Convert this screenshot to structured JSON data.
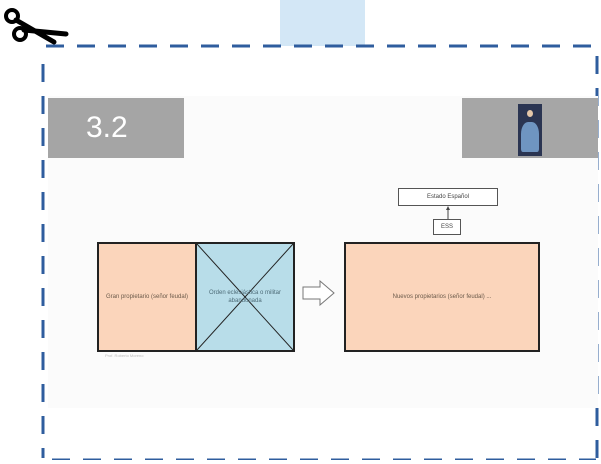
{
  "slide": {
    "number": "3.2",
    "photo_label": "portrait-painting",
    "footer": "Prof. Roberto Moreno"
  },
  "diagram": {
    "left_box": "Gran propietario (señor feudal)",
    "middle_box": "Orden eclesiástica o militar abandonada",
    "right_box": "Nuevos propietarios (señor feudal) ...",
    "top_box": "Estado Español",
    "small_box": "ESS"
  },
  "colors": {
    "peach": "#fbd5bb",
    "light_blue": "#b8dde9",
    "cut_line": "#2f5d9e",
    "header_gray": "#a5a5a5",
    "tab_blue": "#d3e7f6"
  },
  "icons": [
    "scissors-icon",
    "right-arrow-icon"
  ]
}
